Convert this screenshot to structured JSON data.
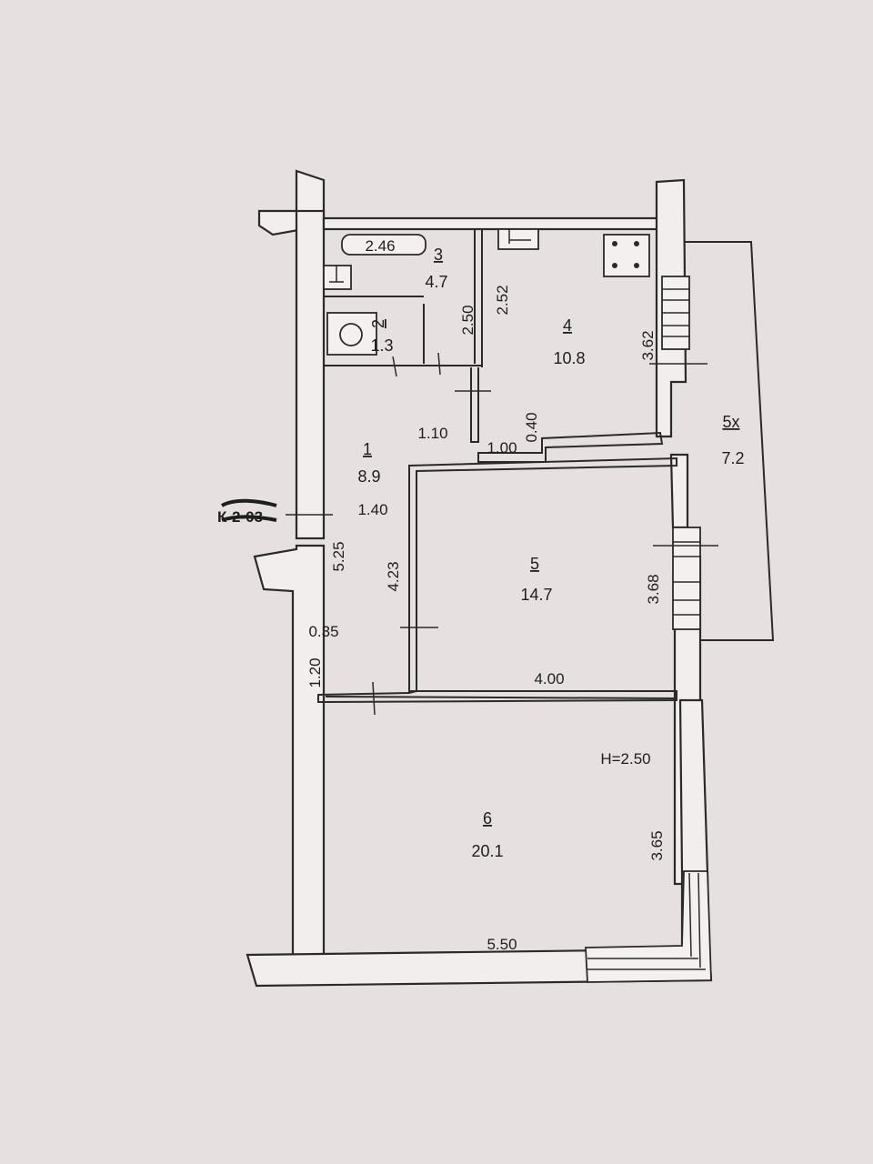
{
  "rooms": [
    {
      "number": "1",
      "area": "8.9"
    },
    {
      "number": "2",
      "area": "1.3"
    },
    {
      "number": "3",
      "area": "4.7"
    },
    {
      "number": "4",
      "area": "10.8"
    },
    {
      "number": "5",
      "area": "14.7"
    },
    {
      "number": "5х",
      "area": "7.2"
    },
    {
      "number": "6",
      "area": "20.1"
    }
  ],
  "dimensions": [
    "2.46",
    "2.50",
    "2.52",
    "3.62",
    "1.10",
    "1.00",
    "0.40",
    "1.40",
    "5.25",
    "4.23",
    "0.35",
    "1.20",
    "3.68",
    "4.00",
    "3.65",
    "5.50"
  ],
  "ceiling_height": "H=2.50",
  "entrance_label": "К-2-03"
}
